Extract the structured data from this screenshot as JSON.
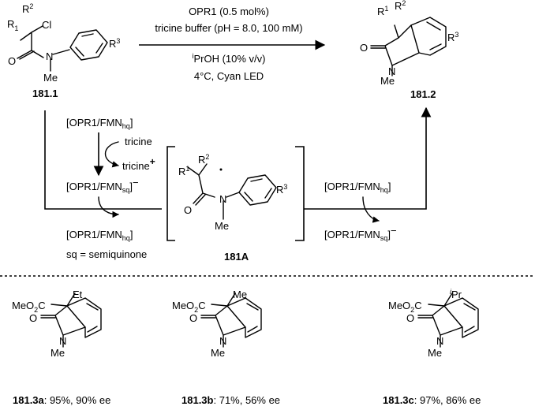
{
  "conditions": {
    "catalyst": "OPR1 (0.5 mol%)",
    "buffer": "tricine buffer (pH = 8.0, 100 mM)",
    "cosolvent_sup": "i",
    "cosolvent": "PrOH (10% v/v)",
    "temp_light": "4°C, Cyan LED"
  },
  "compounds": {
    "sm": "181.1",
    "product": "181.2",
    "intermediate": "181A"
  },
  "atoms": {
    "r1": "R",
    "r1_sub": "1",
    "r2": "R",
    "r2_sub": "2",
    "r3": "R",
    "r3_sub": "3",
    "cl": "Cl",
    "o": "O",
    "n": "N",
    "me": "Me",
    "meo2c": "MeO",
    "meo2c_sub": "2",
    "meo2c_c": "C",
    "et": "Et",
    "ipr_sup": "i",
    "ipr": "Pr"
  },
  "cycle": {
    "opr": "[OPR1/FMN",
    "hq": "hq",
    "sq": "sq",
    "close": "]",
    "tricine": "tricine",
    "tricine_plus": "tricine",
    "plus": "+",
    "minus": "−",
    "legend": "sq = semiquinone"
  },
  "examples": [
    {
      "id": "181.3a",
      "result": ": 95%, 90% ee"
    },
    {
      "id": "181.3b",
      "result": ": 71%, 56% ee"
    },
    {
      "id": "181.3c",
      "result": ": 97%, 86% ee"
    }
  ]
}
